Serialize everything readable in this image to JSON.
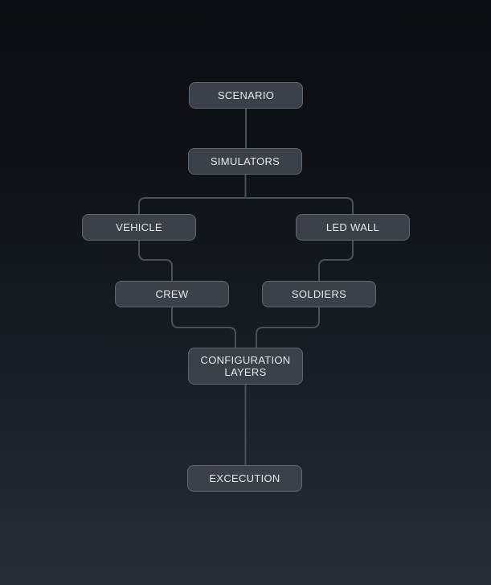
{
  "diagram": {
    "nodes": [
      {
        "id": "scenario",
        "label": "SCENARIO"
      },
      {
        "id": "simulators",
        "label": "SIMULATORS"
      },
      {
        "id": "vehicle",
        "label": "VEHICLE"
      },
      {
        "id": "led-wall",
        "label": "LED WALL"
      },
      {
        "id": "crew",
        "label": "CREW"
      },
      {
        "id": "soldiers",
        "label": "SOLDIERS"
      },
      {
        "id": "configuration-layers",
        "label": "CONFIGURATION LAYERS"
      },
      {
        "id": "excecution",
        "label": "EXCECUTION"
      }
    ],
    "edges": [
      {
        "from": "scenario",
        "to": "simulators"
      },
      {
        "from": "simulators",
        "to": "vehicle"
      },
      {
        "from": "simulators",
        "to": "led-wall"
      },
      {
        "from": "vehicle",
        "to": "crew"
      },
      {
        "from": "led-wall",
        "to": "soldiers"
      },
      {
        "from": "crew",
        "to": "configuration-layers"
      },
      {
        "from": "soldiers",
        "to": "configuration-layers"
      },
      {
        "from": "configuration-layers",
        "to": "excecution"
      }
    ],
    "colors": {
      "background_top": "#0b0d11",
      "background_bottom": "#272c36",
      "node_fill": "#3b4049",
      "node_border": "#60656e",
      "node_text": "#e6e8eb",
      "edge": "#4a4f58"
    }
  }
}
